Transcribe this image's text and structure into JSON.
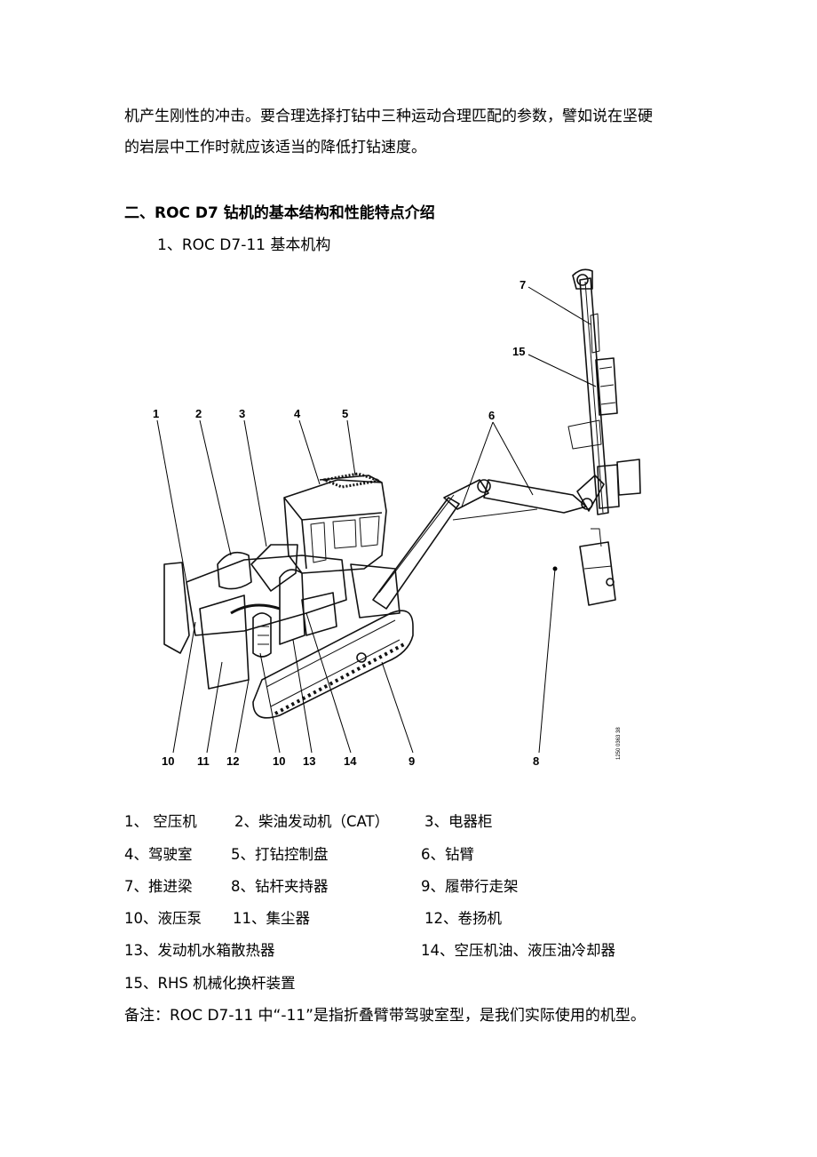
{
  "paragraph": {
    "line1": "机产生刚性的冲击。要合理选择打钻中三种运动合理匹配的参数，譬如说在坚硬",
    "line2": "的岩层中工作时就应该适当的降低打钻速度。"
  },
  "section": {
    "heading": "二、ROC D7 钻机的基本结构和性能特点介绍",
    "subheading": "1、ROC D7-11 基本机构"
  },
  "figure": {
    "callouts": [
      "1",
      "2",
      "3",
      "4",
      "5",
      "6",
      "7",
      "15",
      "10",
      "11",
      "12",
      "10",
      "13",
      "14",
      "9",
      "8"
    ],
    "figure_code": "1250 0363 38"
  },
  "captions": {
    "row1": [
      "1、 空压机",
      "2、柴油发动机（CAT）",
      "3、电器柜"
    ],
    "row2": [
      "4、驾驶室",
      "5、打钻控制盘",
      "6、钻臂"
    ],
    "row3": [
      "7、推进梁",
      "8、钻杆夹持器",
      "9、履带行走架"
    ],
    "row4": [
      "10、液压泵",
      "11、集尘器",
      "12、卷扬机"
    ],
    "row5": [
      "13、发动机水箱散热器",
      "14、空压机油、液压油冷却器"
    ],
    "row6": [
      "15、RHS 机械化换杆装置"
    ]
  },
  "note": "备注：ROC D7-11 中“-11”是指折叠臂带驾驶室型，是我们实际使用的机型。"
}
